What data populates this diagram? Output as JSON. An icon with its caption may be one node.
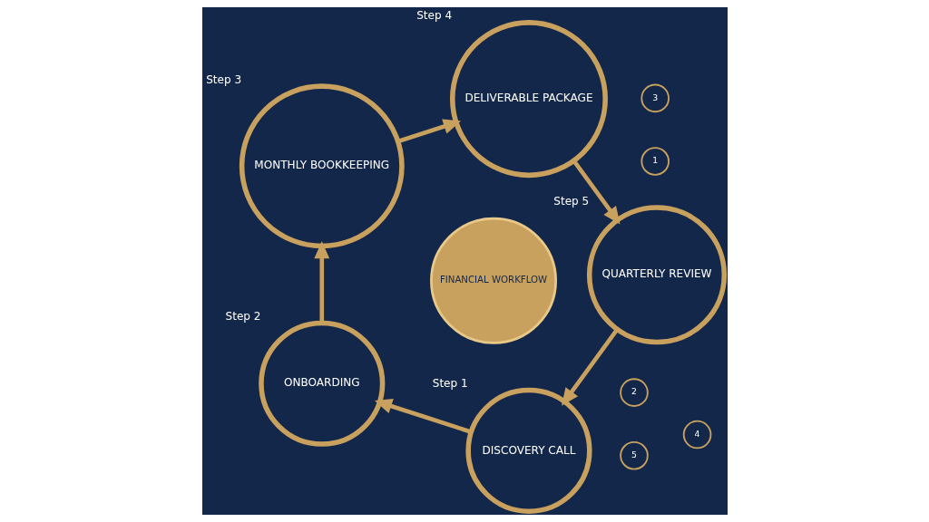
{
  "diagram": {
    "nodes": [
      {
        "text": [
          "FINANCIAL WORKFLOW"
        ]
      },
      {
        "text": [
          "DISCOVERY CALL"
        ],
        "beside": [
          "Step 1"
        ]
      },
      {
        "text": [
          "ONBOARDING"
        ],
        "beside": [
          "Step 2"
        ]
      },
      {
        "text": [
          "MONTHLY BOOKKEEPING"
        ],
        "beside": [
          "Step 3"
        ]
      },
      {
        "text": [
          "DELIVERABLE PACKAGE"
        ],
        "beside": [
          "Step 4"
        ]
      },
      {
        "text": [
          "QUARTERLY REVIEW"
        ],
        "beside": [
          "Step 5"
        ]
      },
      {
        "text": [
          "2"
        ]
      },
      {
        "text": [
          "1"
        ]
      },
      {
        "text": [
          "3"
        ]
      },
      {
        "text": [
          "4"
        ]
      },
      {
        "text": [
          "5"
        ]
      }
    ],
    "edges": [
      {
        "from": 1,
        "to": 2,
        "arrow": "to"
      },
      {
        "from": 2,
        "to": 3,
        "arrow": "to"
      },
      {
        "from": 3,
        "to": 4,
        "arrow": "to"
      },
      {
        "from": 4,
        "to": 5,
        "arrow": "to"
      },
      {
        "from": 5,
        "to": 1,
        "arrow": "to"
      }
    ]
  }
}
